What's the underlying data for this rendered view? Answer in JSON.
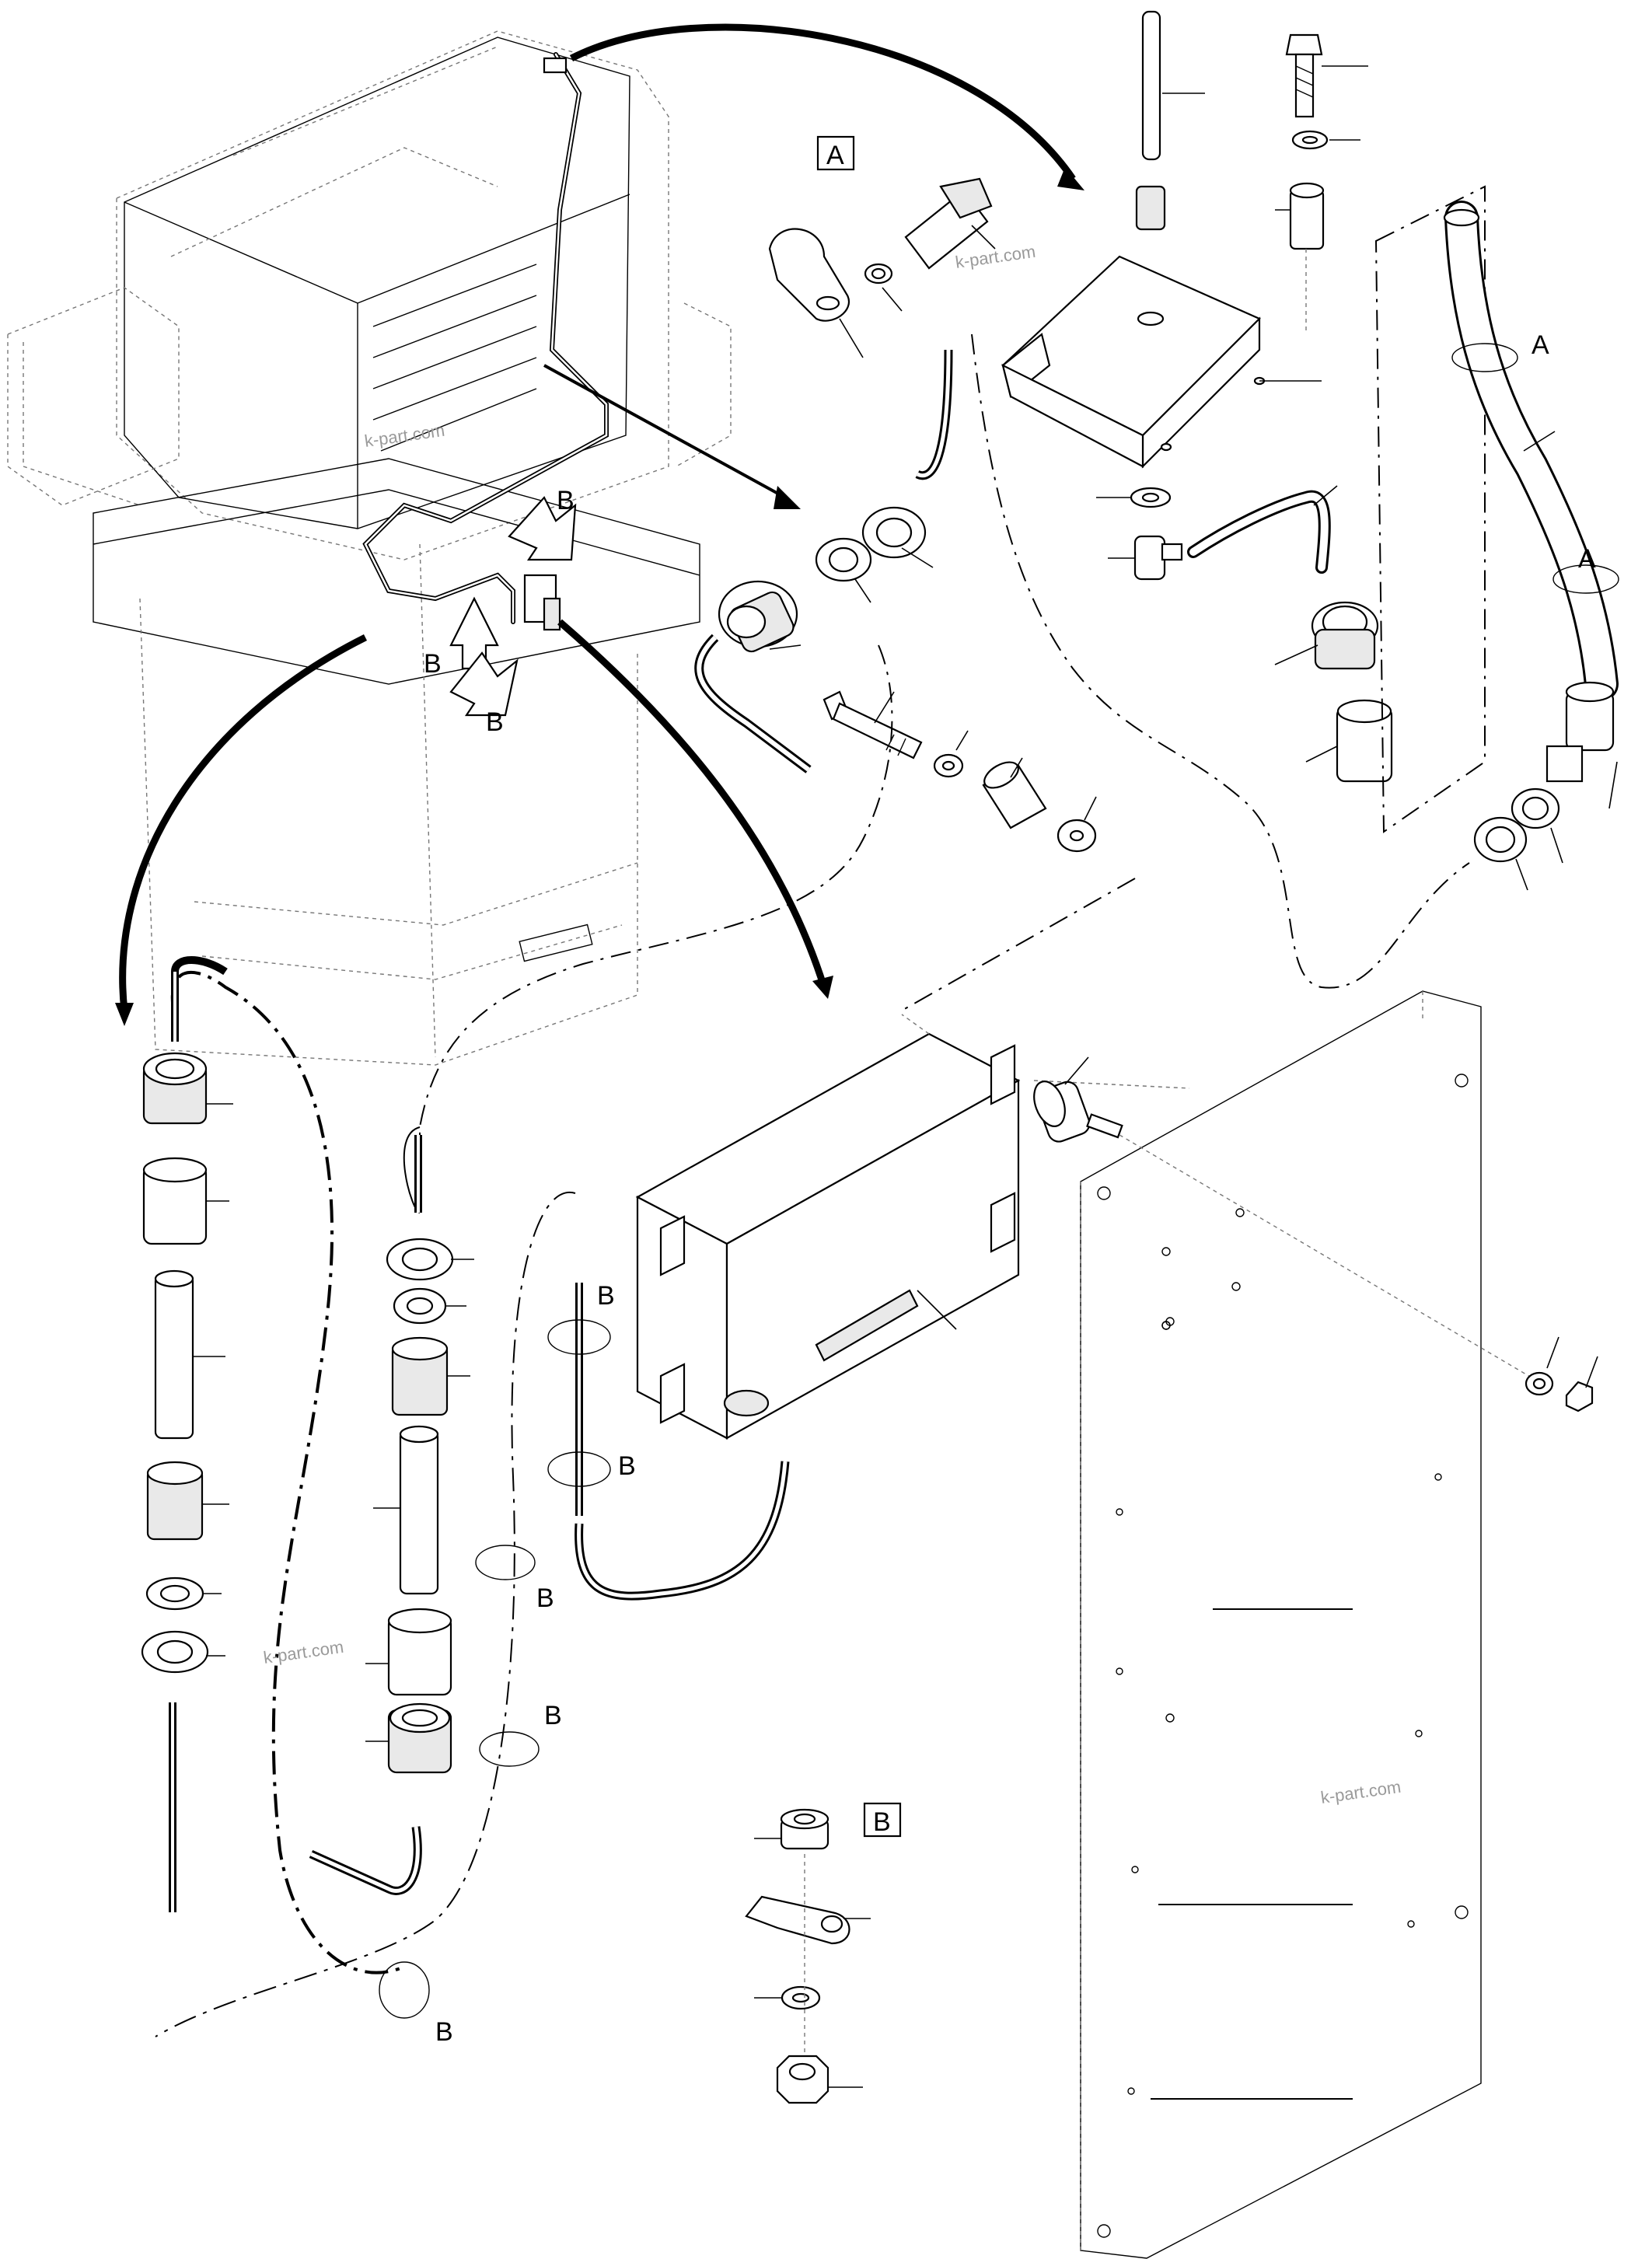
{
  "view_labels": {
    "a": "A",
    "b": "B"
  },
  "callouts": {
    "a": "A",
    "b": "B"
  },
  "watermark": "k-part.com"
}
